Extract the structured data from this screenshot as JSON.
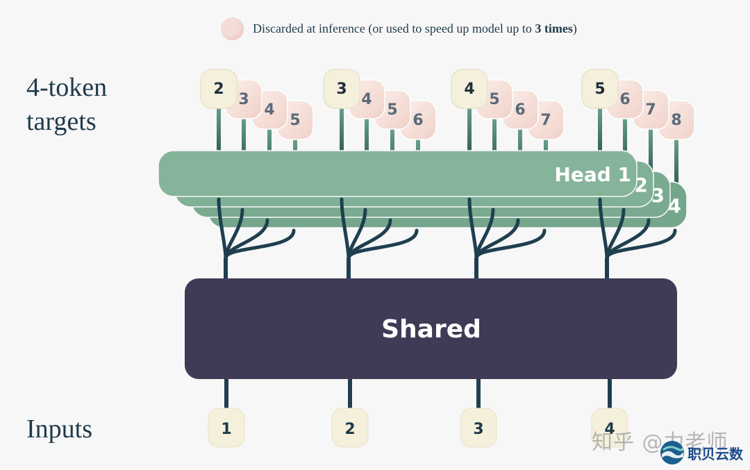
{
  "legend": {
    "text_prefix": "Discarded at inference (or used to speed up model up to ",
    "text_bold": "3 times",
    "text_suffix": ")"
  },
  "labels": {
    "targets_line1": "4-token",
    "targets_line2": "targets",
    "inputs": "Inputs"
  },
  "shared_label": "Shared",
  "heads": [
    {
      "label": "Head 1"
    },
    {
      "label": "2"
    },
    {
      "label": "3"
    },
    {
      "label": "4"
    }
  ],
  "inputs": [
    "1",
    "2",
    "3",
    "4"
  ],
  "targets": [
    [
      "2",
      "3",
      "4",
      "5"
    ],
    [
      "3",
      "4",
      "5",
      "6"
    ],
    [
      "4",
      "5",
      "6",
      "7"
    ],
    [
      "5",
      "6",
      "7",
      "8"
    ]
  ],
  "watermark": "知乎 @力老师",
  "brand": "职贝云数",
  "colors": {
    "shared": "#3f3b57",
    "head": "#86b49b",
    "stem": "#1f3f4f",
    "input_box": "#f4f0dc",
    "discarded": "#f4ddd6",
    "text_dark": "#1f3a4a"
  }
}
